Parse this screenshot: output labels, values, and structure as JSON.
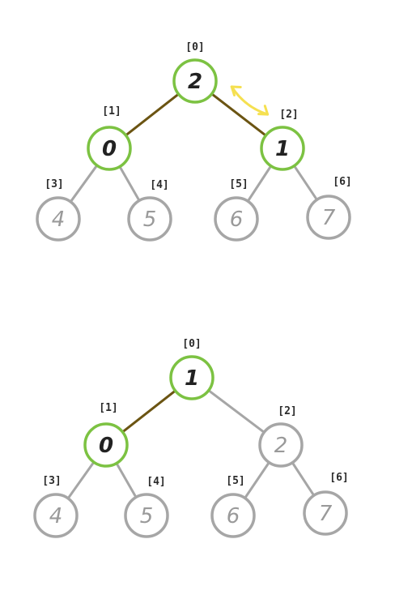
{
  "colors": {
    "active_stroke": "#7cc242",
    "inactive_stroke": "#a6a6a6",
    "active_edge": "#6b5412",
    "inactive_edge": "#a6a6a6",
    "active_text": "#222222",
    "inactive_text": "#9a9a9a",
    "swap_arrow": "#f5e050"
  },
  "trees": [
    {
      "nodes": [
        {
          "index_label": "[0]",
          "value": "2",
          "active": true
        },
        {
          "index_label": "[1]",
          "value": "0",
          "active": true
        },
        {
          "index_label": "[2]",
          "value": "1",
          "active": true
        },
        {
          "index_label": "[3]",
          "value": "4",
          "active": false
        },
        {
          "index_label": "[4]",
          "value": "5",
          "active": false
        },
        {
          "index_label": "[5]",
          "value": "6",
          "active": false
        },
        {
          "index_label": "[6]",
          "value": "7",
          "active": false
        }
      ],
      "edges": [
        {
          "from": 0,
          "to": 1,
          "active": true
        },
        {
          "from": 0,
          "to": 2,
          "active": true
        },
        {
          "from": 1,
          "to": 3,
          "active": false
        },
        {
          "from": 1,
          "to": 4,
          "active": false
        },
        {
          "from": 2,
          "to": 5,
          "active": false
        },
        {
          "from": 2,
          "to": 6,
          "active": false
        }
      ],
      "swap": {
        "between": [
          0,
          2
        ]
      }
    },
    {
      "nodes": [
        {
          "index_label": "[0]",
          "value": "1",
          "active": true
        },
        {
          "index_label": "[1]",
          "value": "0",
          "active": true
        },
        {
          "index_label": "[2]",
          "value": "2",
          "active": false
        },
        {
          "index_label": "[3]",
          "value": "4",
          "active": false
        },
        {
          "index_label": "[4]",
          "value": "5",
          "active": false
        },
        {
          "index_label": "[5]",
          "value": "6",
          "active": false
        },
        {
          "index_label": "[6]",
          "value": "7",
          "active": false
        }
      ],
      "edges": [
        {
          "from": 0,
          "to": 1,
          "active": true
        },
        {
          "from": 0,
          "to": 2,
          "active": false
        },
        {
          "from": 1,
          "to": 3,
          "active": false
        },
        {
          "from": 1,
          "to": 4,
          "active": false
        },
        {
          "from": 2,
          "to": 5,
          "active": false
        },
        {
          "from": 2,
          "to": 6,
          "active": false
        }
      ],
      "swap": null
    }
  ]
}
